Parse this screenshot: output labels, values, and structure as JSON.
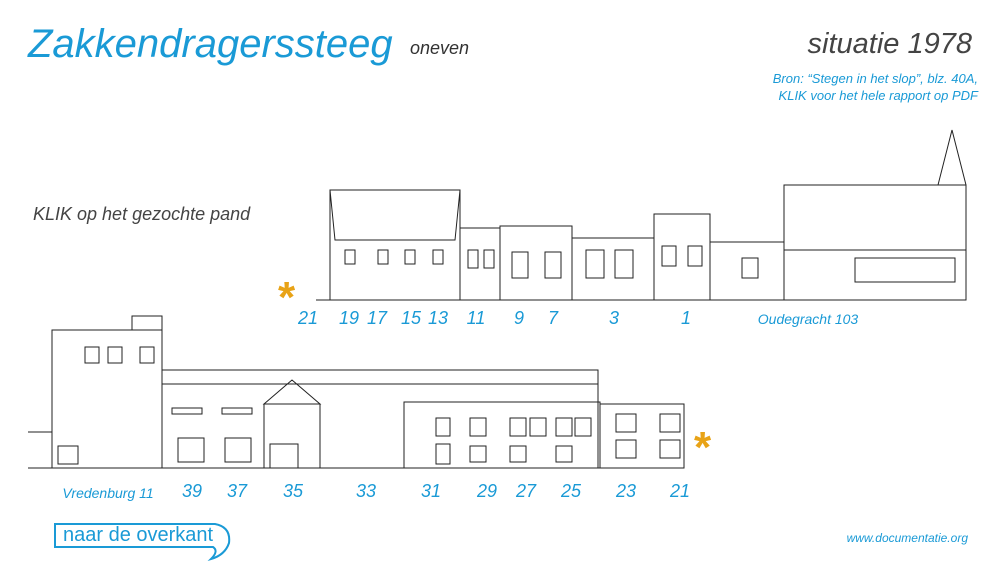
{
  "header": {
    "title": "Zakkendragerssteeg",
    "subtitle": "oneven",
    "situation": "situatie 1978",
    "source_line1": "Bron: “Stegen in het slop”, blz. 40A,",
    "source_line2": "KLIK voor het hele rapport op PDF"
  },
  "instruction": "KLIK op het gezochte pand",
  "top_row": [
    "21",
    "19",
    "17",
    "15",
    "13",
    "11",
    "9",
    "7",
    "3",
    "1",
    "Oudegracht 103"
  ],
  "bottom_row": [
    "Vredenburg 11",
    "39",
    "37",
    "35",
    "33",
    "31",
    "29",
    "27",
    "25",
    "23",
    "21"
  ],
  "marker": "*",
  "footer": {
    "back_button": "naar de overkant",
    "website": "www.documentatie.org"
  },
  "colors": {
    "accent": "#1a9ad6",
    "marker": "#e8a317"
  }
}
